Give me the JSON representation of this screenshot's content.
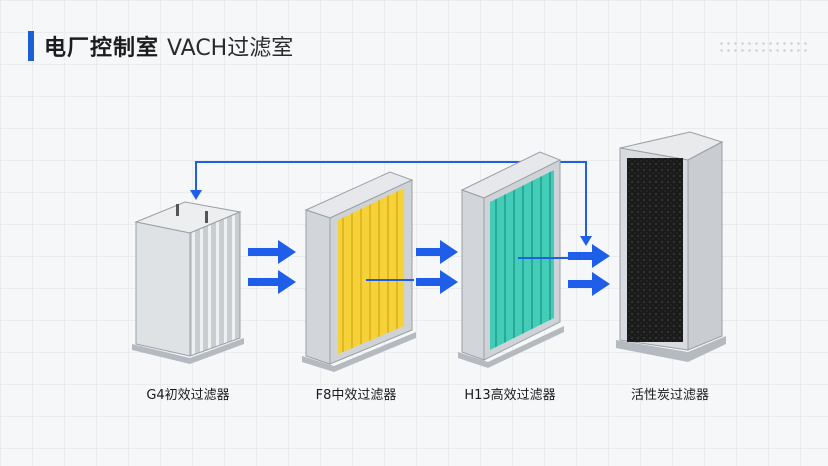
{
  "header": {
    "title_main": "电厂控制室",
    "title_sub": "VACH过滤室"
  },
  "stages": [
    {
      "label": "G4初效过滤器"
    },
    {
      "label": "F8中效过滤器"
    },
    {
      "label": "H13高效过滤器"
    },
    {
      "label": "活性炭过滤器"
    }
  ],
  "colors": {
    "accent": "#1a5fd6",
    "arrow": "#1f5ee8",
    "f8_media": "#f5d23a",
    "h13_media": "#3ec9b3",
    "carbon_media": "#1b1b1b",
    "housing": "#d6d9dc"
  }
}
